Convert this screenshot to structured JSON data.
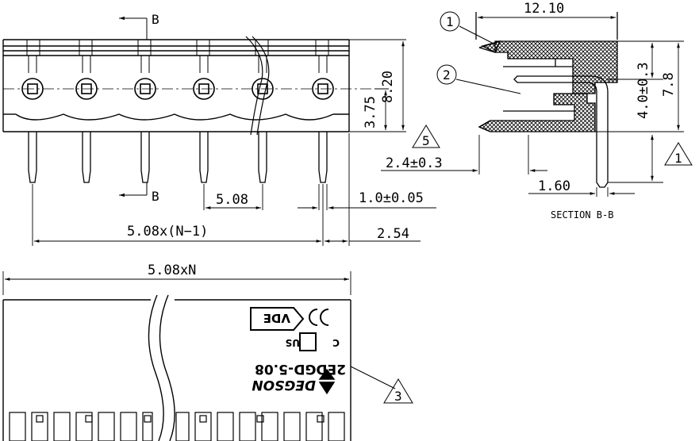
{
  "front_view": {
    "section_label_top": "B",
    "section_label_bottom": "B",
    "dim_height_total": "8.20",
    "dim_height_pin": "3.75",
    "dim_pitch": "5.08",
    "dim_pin_width": "1.0±0.05",
    "dim_span": "5.08x(N−1)",
    "dim_edge": "2.54"
  },
  "section_view": {
    "title": "SECTION B-B",
    "dim_depth": "12.10",
    "dim_height_upper": "4.0±0.3",
    "dim_height_total": "7.8",
    "dim_lower": "2.4±0.3",
    "dim_pin_offset": "1.60",
    "callout_1": "1",
    "callout_2": "2",
    "note_5": "5",
    "note_1": "1"
  },
  "top_view": {
    "dim_length": "5.08xN",
    "part_number": "2EDGD-5.08",
    "brand": "DEGSON",
    "vde_mark": "VDE",
    "ce_mark": "CE",
    "ul_c": "C",
    "ul_us": "US",
    "note_3": "3"
  }
}
